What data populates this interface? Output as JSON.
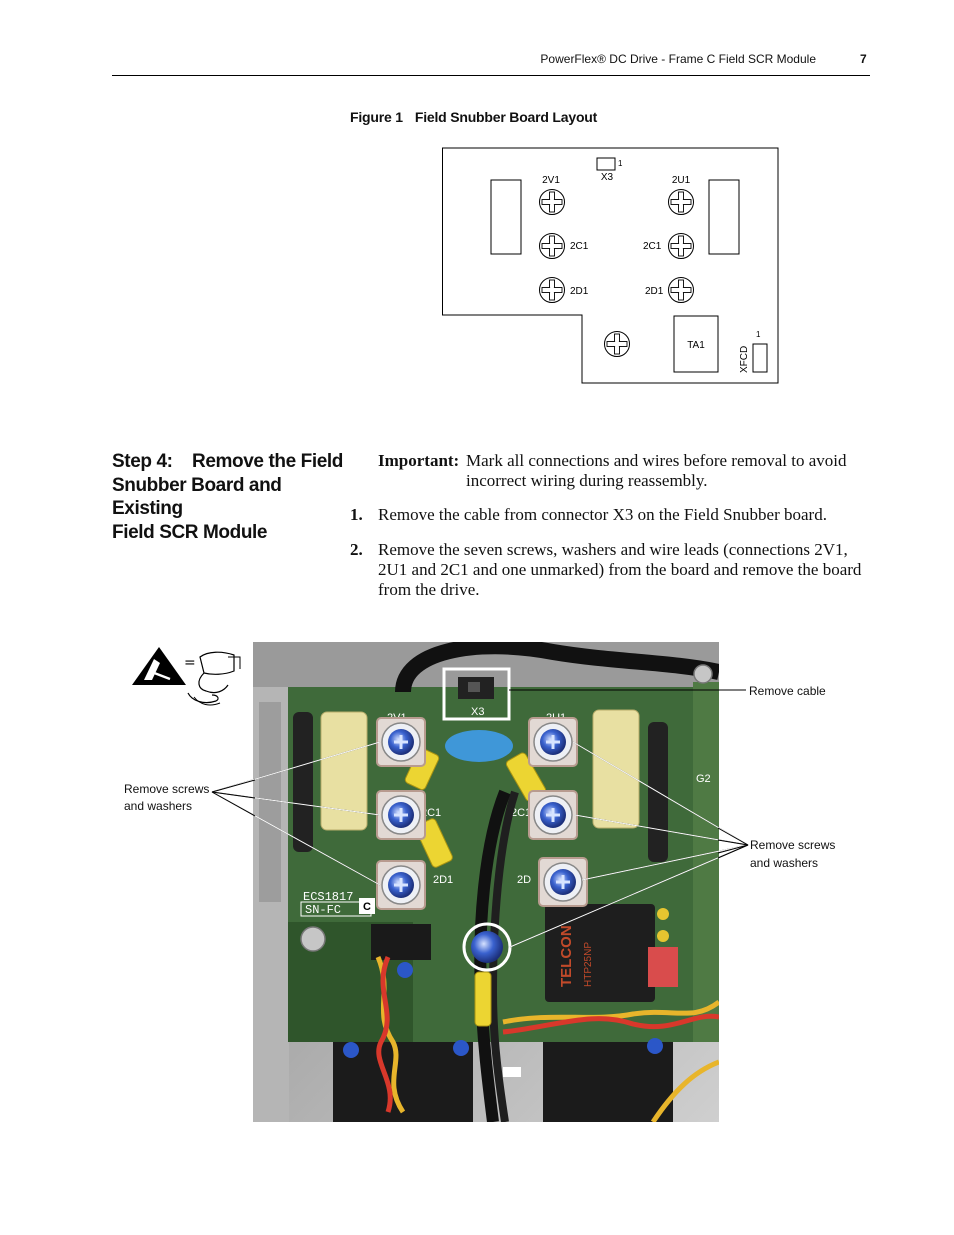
{
  "header": {
    "title": "PowerFlex® DC Drive - Frame C Field SCR Module",
    "page_number": "7"
  },
  "figure": {
    "number": "Figure 1",
    "title": "Field Snubber Board Layout",
    "labels": {
      "x3": "X3",
      "x3_pin": "1",
      "v1": "2V1",
      "u1": "2U1",
      "c1_left": "2C1",
      "c1_right": "2C1",
      "d1_left": "2D1",
      "d1_right": "2D1",
      "ta1": "TA1",
      "xfcd": "XFCD",
      "xfcd_pin": "1"
    }
  },
  "step": {
    "heading_line1": "Step 4:    Remove the Field",
    "heading_line2": "Snubber Board and Existing",
    "heading_line3": "Field SCR Module",
    "important_label": "Important:",
    "important_text": "Mark all connections and wires before removal to avoid incorrect wiring during reassembly.",
    "items": [
      {
        "num": "1.",
        "text": "Remove the cable from connector X3 on the Field Snubber board."
      },
      {
        "num": "2.",
        "text": "Remove the seven screws, washers and wire leads (connections 2V1, 2U1 and 2C1 and one unmarked) from the board and remove the board from the drive."
      }
    ]
  },
  "photo": {
    "callouts": {
      "remove_cable": "Remove cable",
      "left_screws_1": "Remove screws",
      "left_screws_2": "and washers",
      "right_screws_1": "Remove screws",
      "right_screws_2": "and washers"
    },
    "board_labels": {
      "x3": "X3",
      "v1": "2V1",
      "u1": "2U1",
      "c1_left": "2C1",
      "c1_right": "2C1",
      "d1_left": "2D1",
      "d1_right": "2D",
      "ecs": "ECS1817",
      "snfc": "SN-FC",
      "c": "C",
      "telcon": "TELCON",
      "htp": "HTP25NP",
      "g2": "G2"
    }
  },
  "colors": {
    "board_green": "#3f6a3a",
    "wire_yellow": "#e6d630",
    "screw_blue": "#2b57c8",
    "highlight": "#ffffff"
  }
}
